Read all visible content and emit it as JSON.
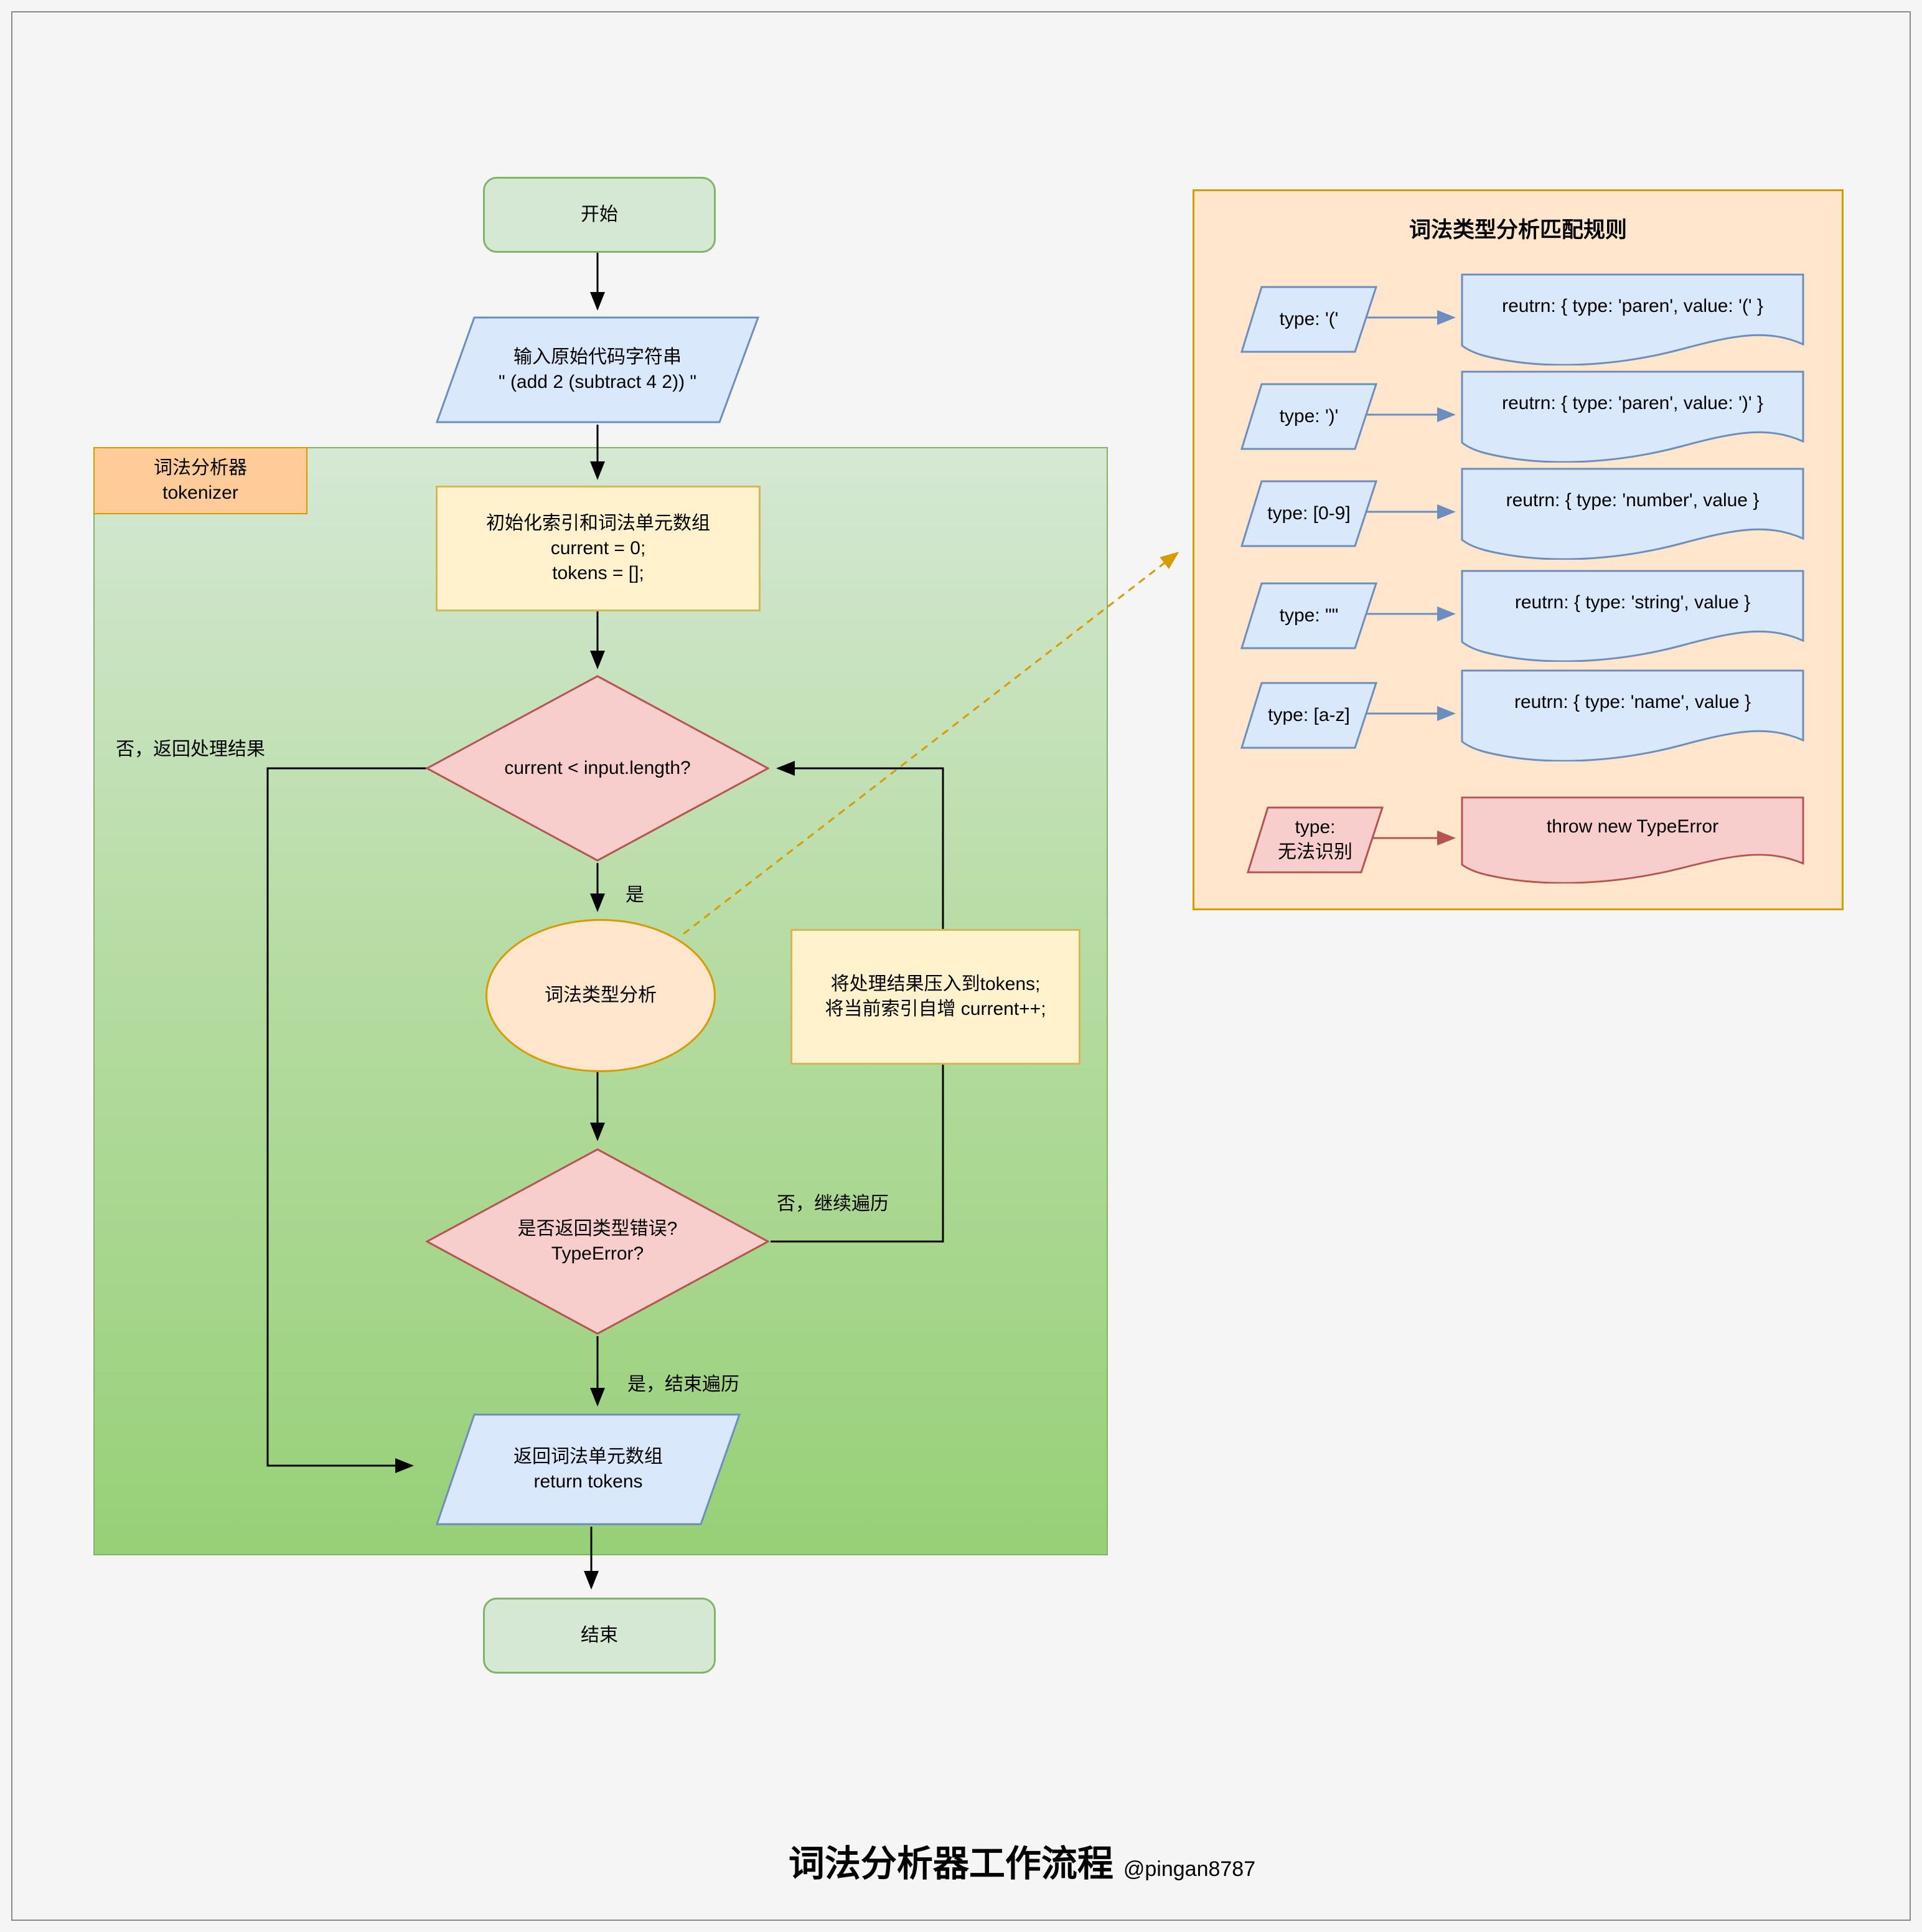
{
  "colors": {
    "background": "#f5f5f5",
    "terminal_fill": "#d5e8d4",
    "terminal_border": "#82b366",
    "container_gradient_top": "#d5e8d4",
    "container_gradient_bottom": "#97d077",
    "container_label_fill": "#ffcc99",
    "blue_fill": "#dae8fc",
    "blue_border": "#6c8ebf",
    "yellow_fill": "#fff2cc",
    "yellow_border": "#d6b656",
    "pink_fill": "#f8cecc",
    "pink_border": "#b85450",
    "peach_fill": "#ffe6cc",
    "peach_border": "#d79b00",
    "connector": "#000000"
  },
  "flow": {
    "start": "开始",
    "input": "输入原始代码字符串\n\" (add 2 (subtract 4 2)) \"",
    "container_label": "词法分析器\ntokenizer",
    "init": "初始化索引和词法单元数组\ncurrent = 0;\ntokens = [];",
    "cond_loop": "current < input.length?",
    "analysis": "词法类型分析",
    "push": "将处理结果压入到tokens;\n将当前索引自增 current++;",
    "cond_error": "是否返回类型错误?\nTypeError?",
    "return_node": "返回词法单元数组\nreturn tokens",
    "end": "结束",
    "edge_labels": {
      "loop_no": "否，返回处理结果",
      "loop_yes": "是",
      "continue_no": "否，继续遍历",
      "end_yes": "是，结束遍历"
    }
  },
  "panel": {
    "title": "词法类型分析匹配规则",
    "rules": [
      {
        "match": "type: '('",
        "result": "reutrn:  { type: 'paren', value: '(' }"
      },
      {
        "match": "type: ')'",
        "result": "reutrn: { type: 'paren', value: ')' }"
      },
      {
        "match": "type: [0-9]",
        "result": "reutrn: { type: 'number', value }"
      },
      {
        "match": "type: \"\"",
        "result": "reutrn: { type: 'string', value }"
      },
      {
        "match": "type: [a-z]",
        "result": "reutrn: { type: 'name', value }"
      },
      {
        "match": "type:\n无法识别",
        "result": "throw new TypeError"
      }
    ]
  },
  "caption": {
    "title": "词法分析器工作流程",
    "author": "@pingan8787"
  }
}
